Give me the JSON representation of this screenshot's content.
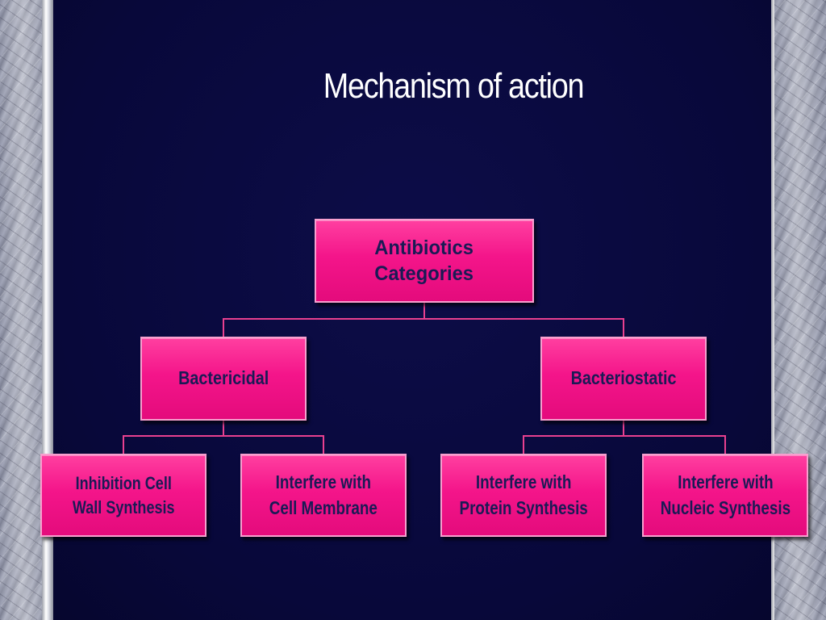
{
  "slide": {
    "title": "Mechanism of action"
  },
  "diagram": {
    "root": "Antibiotics\nCategories",
    "bactericidal": {
      "label": "Bactericidal",
      "children": [
        "Inhibition Cell\nWall Synthesis",
        "Interfere with\nCell Membrane"
      ]
    },
    "bacteriostatic": {
      "label": "Bacteriostatic",
      "children": [
        "Interfere with\nProtein Synthesis",
        "Interfere with\nNucleic Synthesis"
      ]
    }
  },
  "colors": {
    "background": "#0a0a3a",
    "node_fill": "#f4158a",
    "node_border": "#f7a0cf",
    "node_text": "#1a1a55",
    "title_text": "#ffffff",
    "connector": "#e8408f"
  }
}
